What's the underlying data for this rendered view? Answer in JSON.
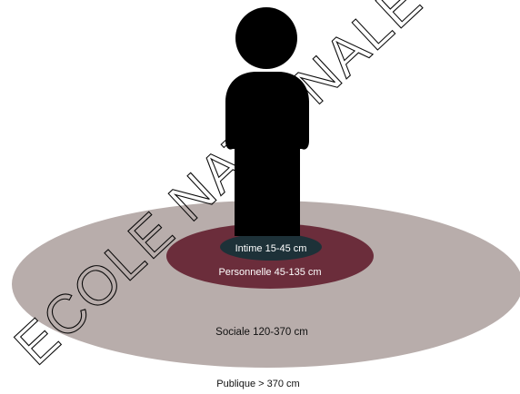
{
  "watermark": {
    "text": "ECOLE NATIONALE SUPERIEURE DES ARTS ET TECHNIQUES DU THEATRE CENTRE DE DOCUMENTATION",
    "color": "#000000"
  },
  "colors": {
    "social_zone": "#b8adab",
    "personal_zone": "#6b2d3b",
    "intimate_zone": "#1d3138",
    "person": "#000000",
    "zone_text_light": "#ffffff",
    "zone_text_dark": "#111111"
  },
  "zones": {
    "intimate": {
      "label": "Intime 15-45 cm"
    },
    "personal": {
      "label": "Personnelle 45-135 cm"
    },
    "social": {
      "label": "Sociale 120-370 cm"
    },
    "public": {
      "label": "Publique > 370 cm"
    }
  },
  "figure": {
    "icon": "person-silhouette-icon"
  }
}
